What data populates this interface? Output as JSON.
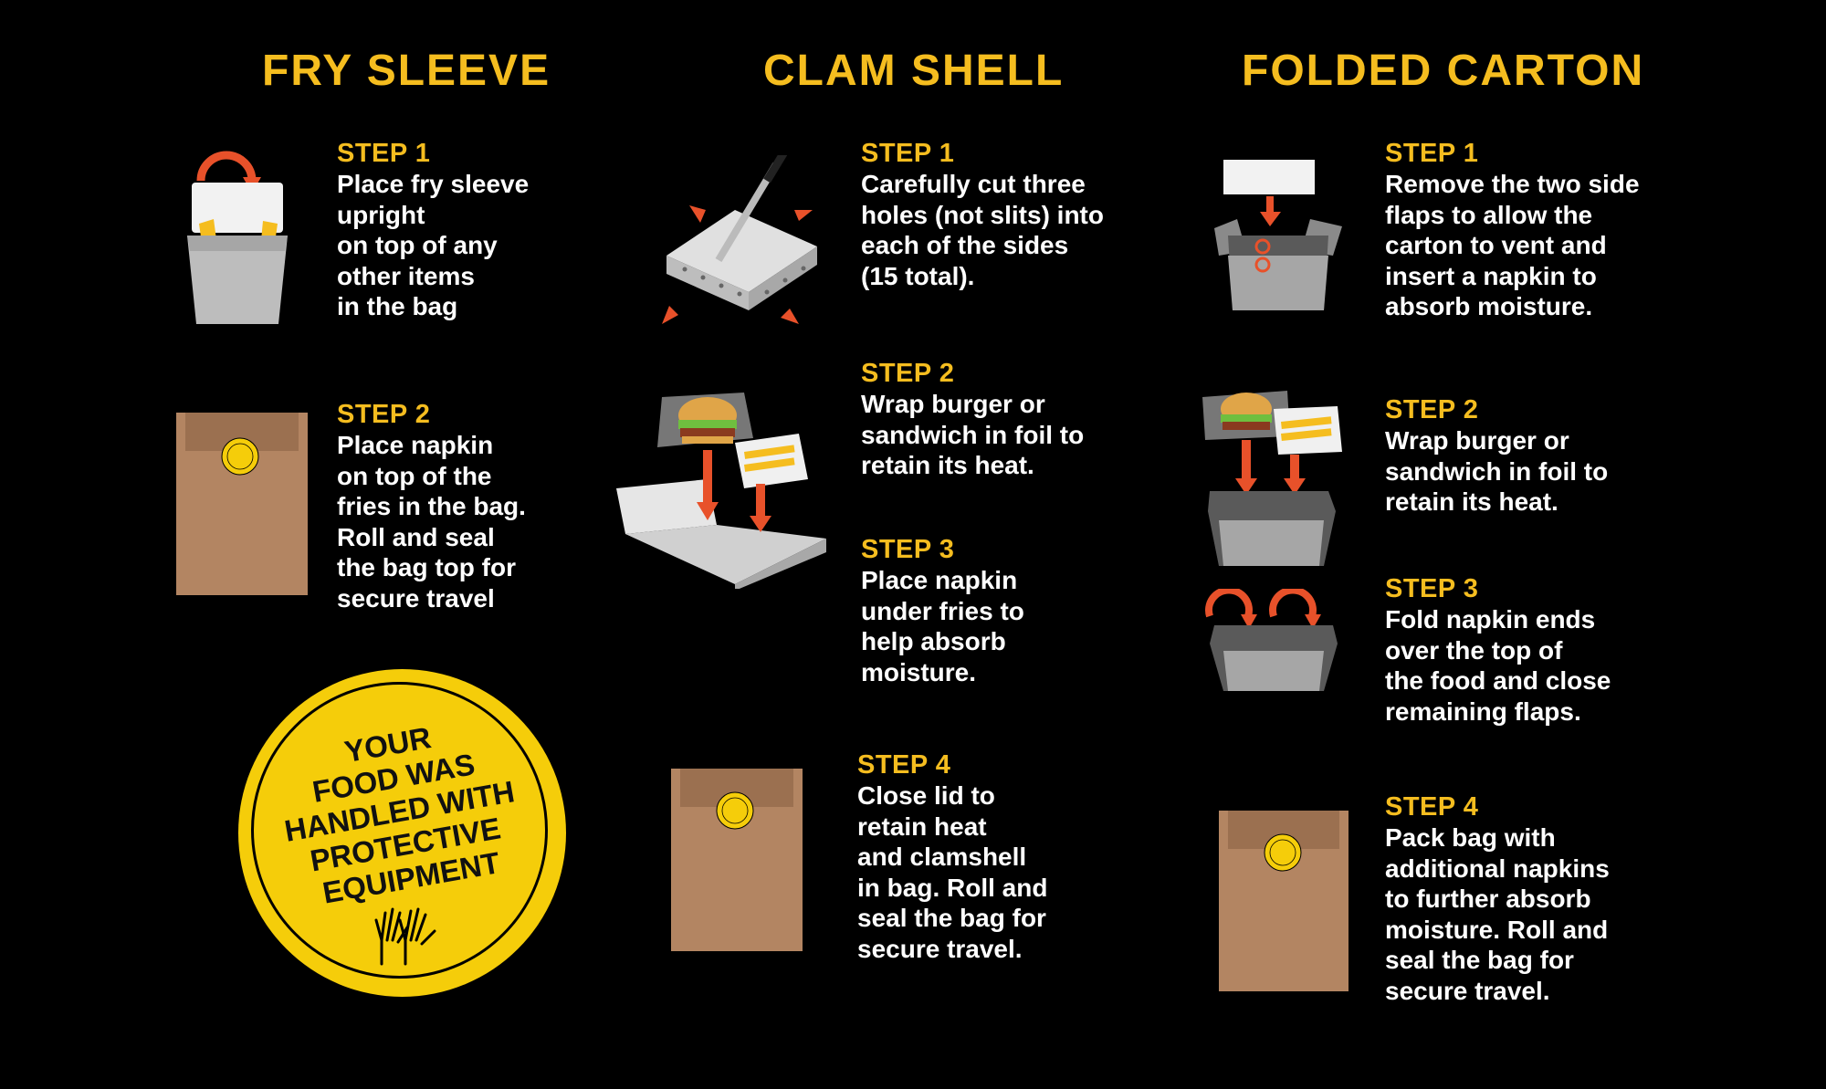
{
  "columns": [
    {
      "title": "FRY SLEEVE",
      "steps": [
        {
          "label": "STEP 1",
          "text": "Place fry sleeve\nupright\non top of any\nother items\nin the bag"
        },
        {
          "label": "STEP 2",
          "text": "Place napkin\non top of the\nfries in the bag.\nRoll and seal\nthe bag top for\nsecure travel"
        }
      ]
    },
    {
      "title": "CLAM SHELL",
      "steps": [
        {
          "label": "STEP 1",
          "text": "Carefully cut three\nholes (not slits) into\neach of the sides\n(15 total)."
        },
        {
          "label": "STEP 2",
          "text": "Wrap burger or\nsandwich in foil to\nretain its heat."
        },
        {
          "label": "STEP 3",
          "text": "Place napkin\nunder fries to\nhelp absorb\nmoisture."
        },
        {
          "label": "STEP 4",
          "text": "Close lid to\nretain heat\nand clamshell\nin bag. Roll and\nseal the bag for\nsecure travel."
        }
      ]
    },
    {
      "title": "FOLDED CARTON",
      "steps": [
        {
          "label": "STEP 1",
          "text": "Remove the two side\nflaps to allow the\ncarton to vent and\ninsert a napkin to\nabsorb moisture."
        },
        {
          "label": "STEP 2",
          "text": "Wrap burger or\nsandwich in foil to\nretain its heat."
        },
        {
          "label": "STEP 3",
          "text": "Fold napkin ends\nover the top of\nthe food and close\nremaining flaps."
        },
        {
          "label": "STEP 4",
          "text": "Pack bag with\nadditional napkins\nto further absorb\nmoisture. Roll and\nseal the bag for\nsecure travel."
        }
      ]
    }
  ],
  "seal": {
    "text": "YOUR\nFOOD WAS\nHANDLED WITH\nPROTECTIVE\nEQUIPMENT"
  },
  "colors": {
    "accent": "#f5bd1f",
    "arrow": "#e8512a",
    "bag": "#b38562",
    "box": "#d9d9d9",
    "carton": "#5a5a5a",
    "seal": "#f5cd0a"
  },
  "icons": [
    "fry-sleeve-icon",
    "paper-bag-icon",
    "clamshell-icon",
    "knife-icon",
    "burger-icon",
    "fries-icon",
    "carton-icon",
    "napkin-icon",
    "gloved-hands-icon"
  ]
}
